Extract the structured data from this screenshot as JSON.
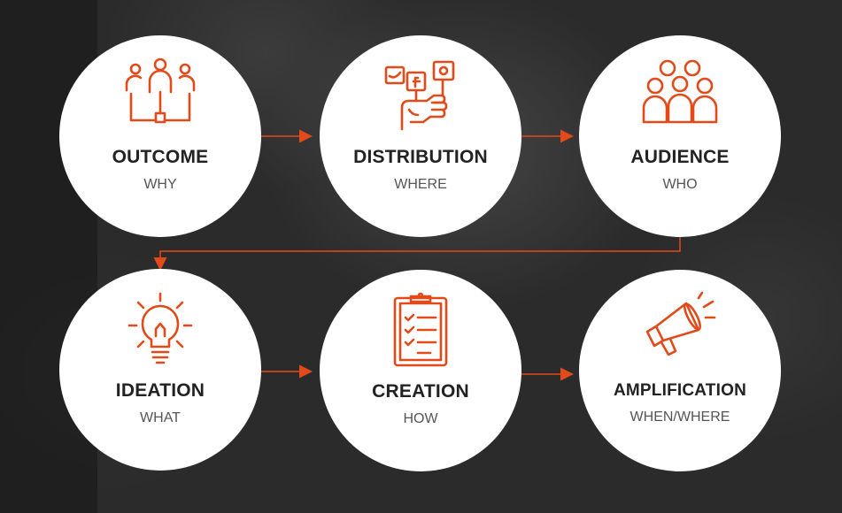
{
  "colors": {
    "accent": "#e24a1a",
    "circle": "#ffffff",
    "background": "#2b2b2b"
  },
  "steps": [
    {
      "title": "OUTCOME",
      "subtitle": "WHY",
      "icon": "team-hierarchy-icon"
    },
    {
      "title": "DISTRIBUTION",
      "subtitle": "WHERE",
      "icon": "social-media-hand-icon"
    },
    {
      "title": "AUDIENCE",
      "subtitle": "WHO",
      "icon": "crowd-icon"
    },
    {
      "title": "IDEATION",
      "subtitle": "WHAT",
      "icon": "lightbulb-icon"
    },
    {
      "title": "CREATION",
      "subtitle": "HOW",
      "icon": "clipboard-checklist-icon"
    },
    {
      "title": "AMPLIFICATION",
      "subtitle": "WHEN/WHERE",
      "icon": "megaphone-icon"
    }
  ]
}
